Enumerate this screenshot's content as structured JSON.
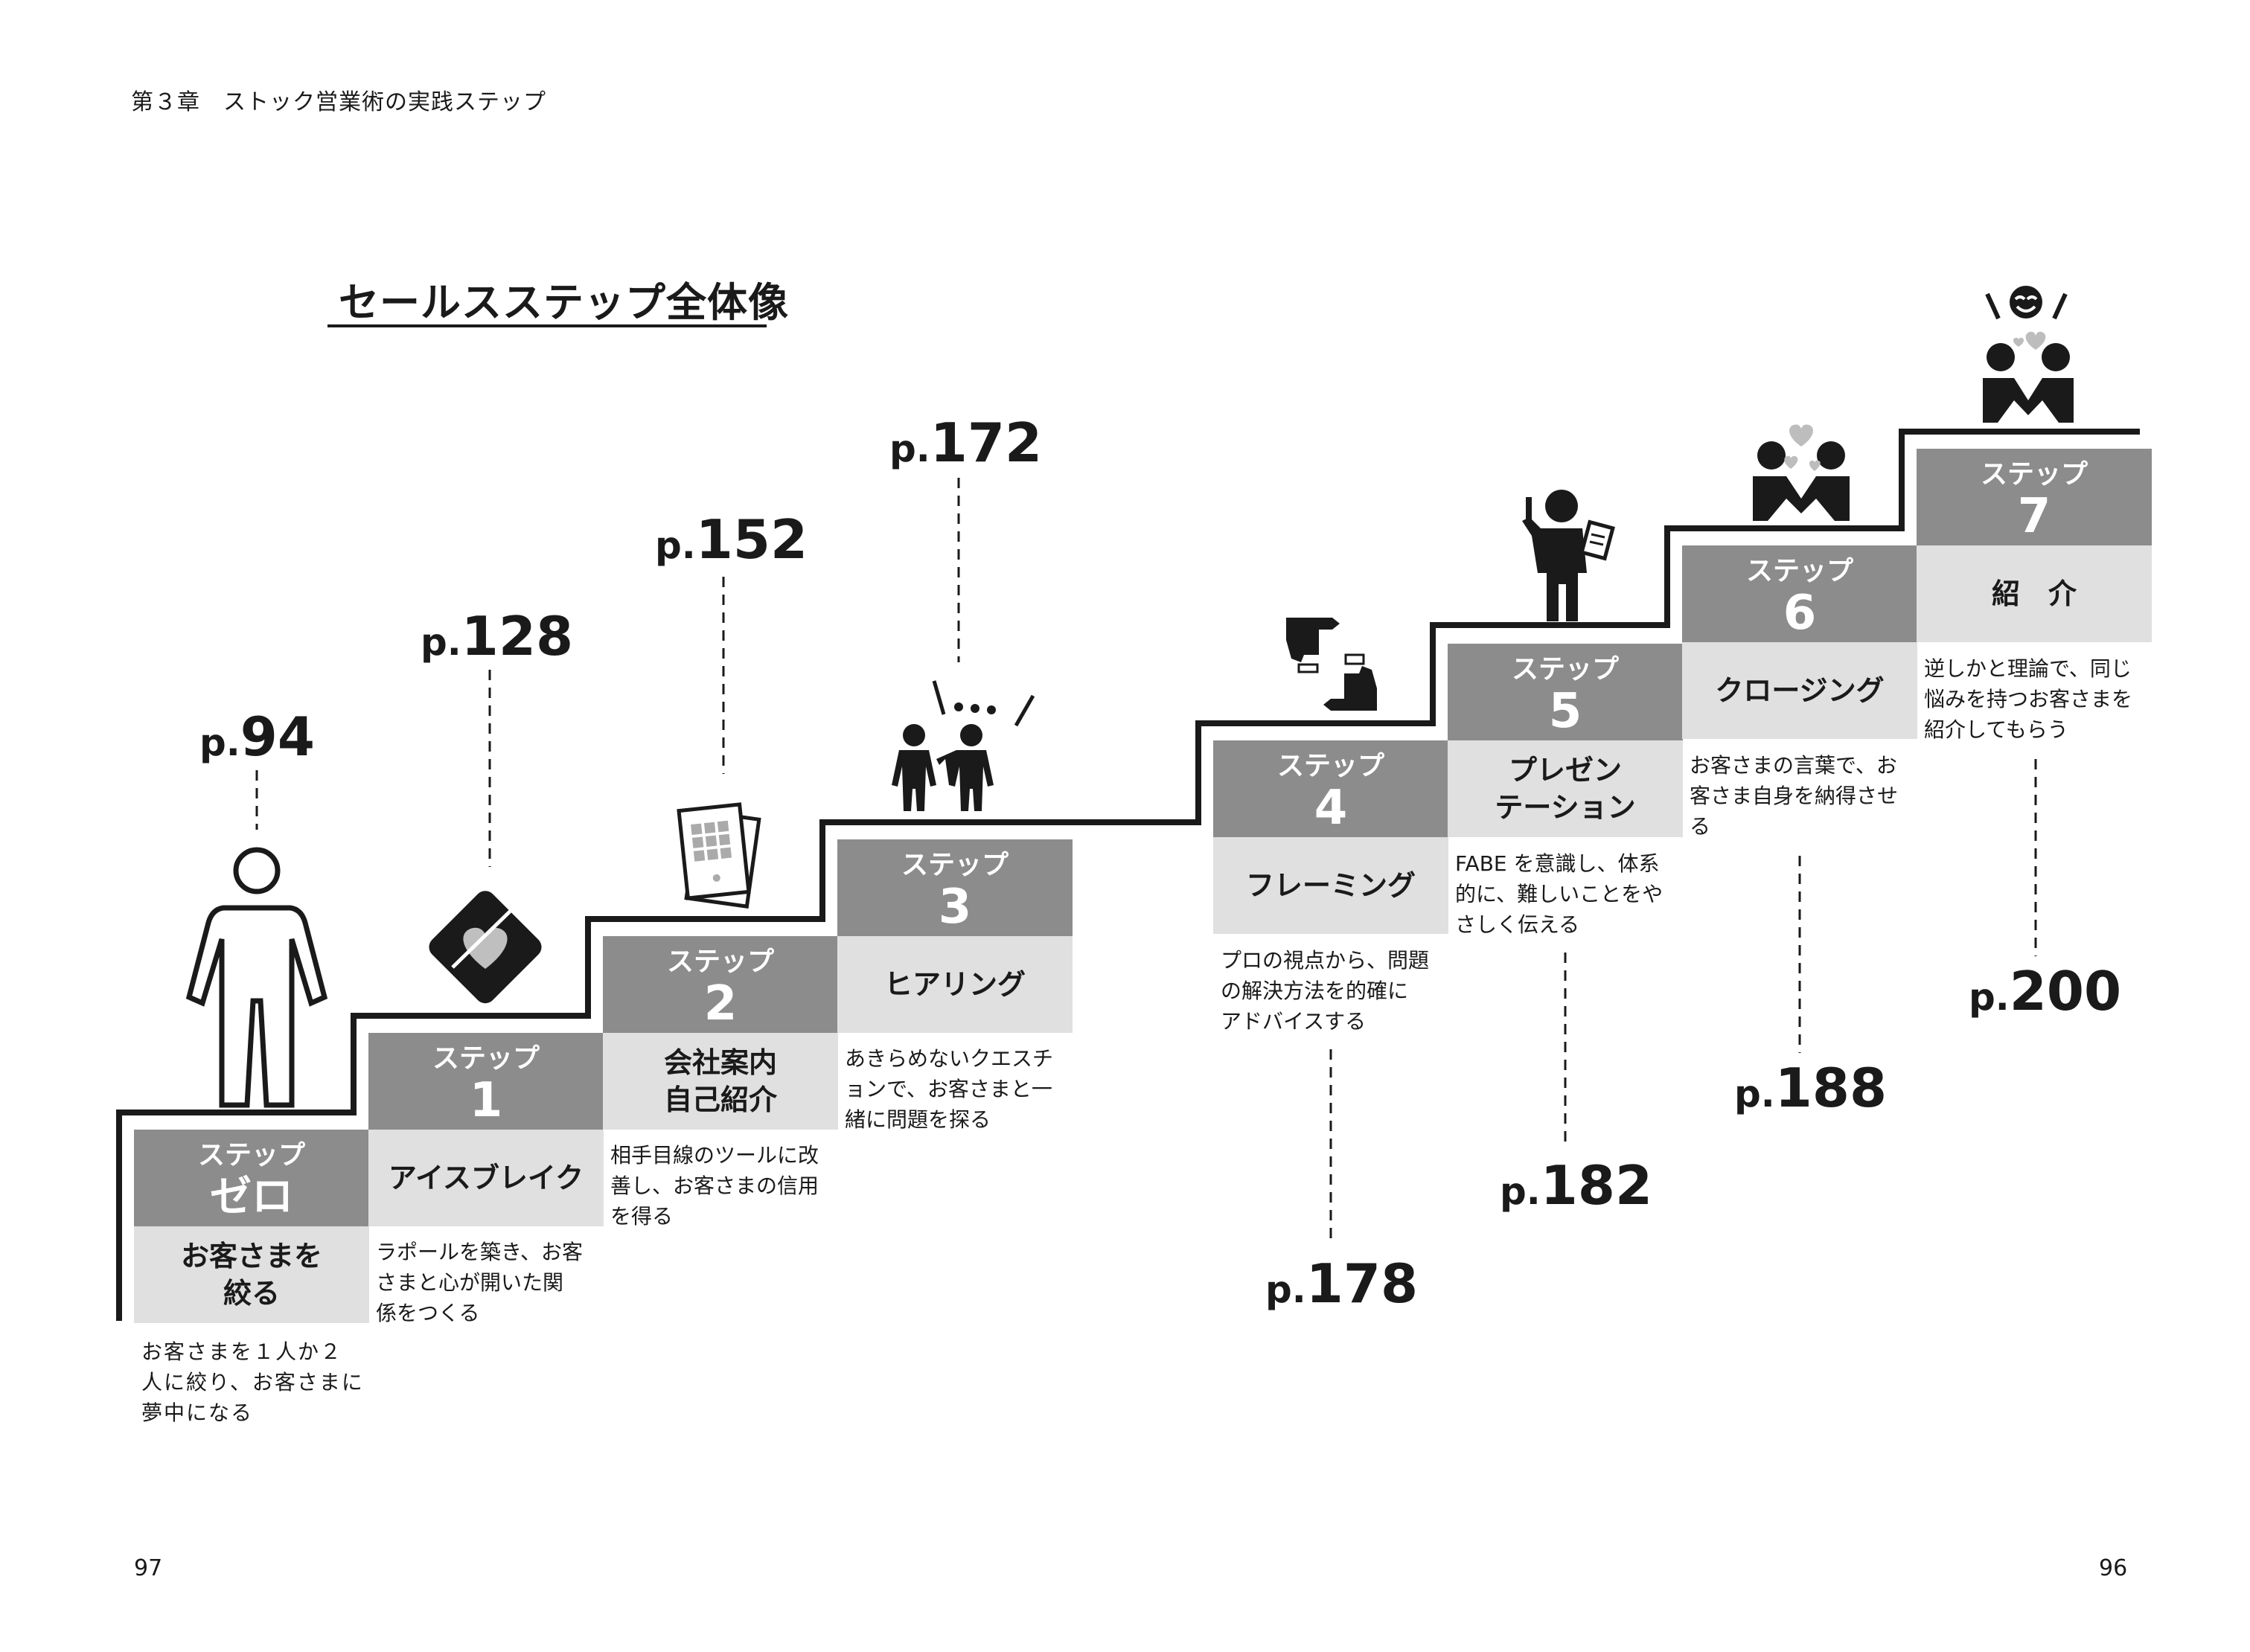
{
  "header": {
    "chapter": "第３章　ストック営業術の実践ステップ"
  },
  "title": "セールスステップ全体像",
  "page_numbers": {
    "left": "97",
    "right": "96"
  },
  "steps": [
    {
      "label": "ステップ",
      "number": "ゼロ",
      "name": "お客さまを\n絞る",
      "description": "お客さまを１人か２\n人に絞り、お客さまに\n夢中になる",
      "page_prefix": "p.",
      "page": "94",
      "icon": "person-icon"
    },
    {
      "label": "ステップ",
      "number": "1",
      "name": "アイスブレイク",
      "description": "ラポールを築き、お客\nさまと心が開いた関\n係をつくる",
      "page_prefix": "p.",
      "page": "128",
      "icon": "heart-card-icon"
    },
    {
      "label": "ステップ",
      "number": "2",
      "name": "会社案内\n自己紹介",
      "description": "相手目線のツールに改\n善し、お客さまの信用\nを得る",
      "page_prefix": "p.",
      "page": "152",
      "icon": "brochure-icon"
    },
    {
      "label": "ステップ",
      "number": "3",
      "name": "ヒアリング",
      "description": "あきらめないクエスチ\nョンで、お客さまと一\n緒に問題を探る",
      "page_prefix": "p.",
      "page": "172",
      "icon": "conversation-icon"
    },
    {
      "label": "ステップ",
      "number": "4",
      "name": "フレーミング",
      "description": "プロの視点から、問題\nの解決方法を的確に\nアドバイスする",
      "page_prefix": "p.",
      "page": "178",
      "icon": "framing-hands-icon"
    },
    {
      "label": "ステップ",
      "number": "5",
      "name": "プレゼン\nテーション",
      "description": "FABE を意識し、体系\n的に、難しいことをや\nさしく伝える",
      "page_prefix": "p.",
      "page": "182",
      "icon": "presenter-icon"
    },
    {
      "label": "ステップ",
      "number": "6",
      "name": "クロージング",
      "description": "お客さまの言葉で、お\n客さま自身を納得させ\nる",
      "page_prefix": "p.",
      "page": "188",
      "icon": "handshake-hearts-icon"
    },
    {
      "label": "ステップ",
      "number": "7",
      "name": "紹　介",
      "description": "逆しかと理論で、同じ\n悩みを持つお客さまを\n紹介してもらう",
      "page_prefix": "p.",
      "page": "200",
      "icon": "happy-handshake-icon"
    }
  ],
  "colors": {
    "step_header": "#8c8c8c",
    "step_name_bg": "#e0e0e0",
    "text": "#1a1a1a",
    "stair_line": "#1a1a1a"
  }
}
